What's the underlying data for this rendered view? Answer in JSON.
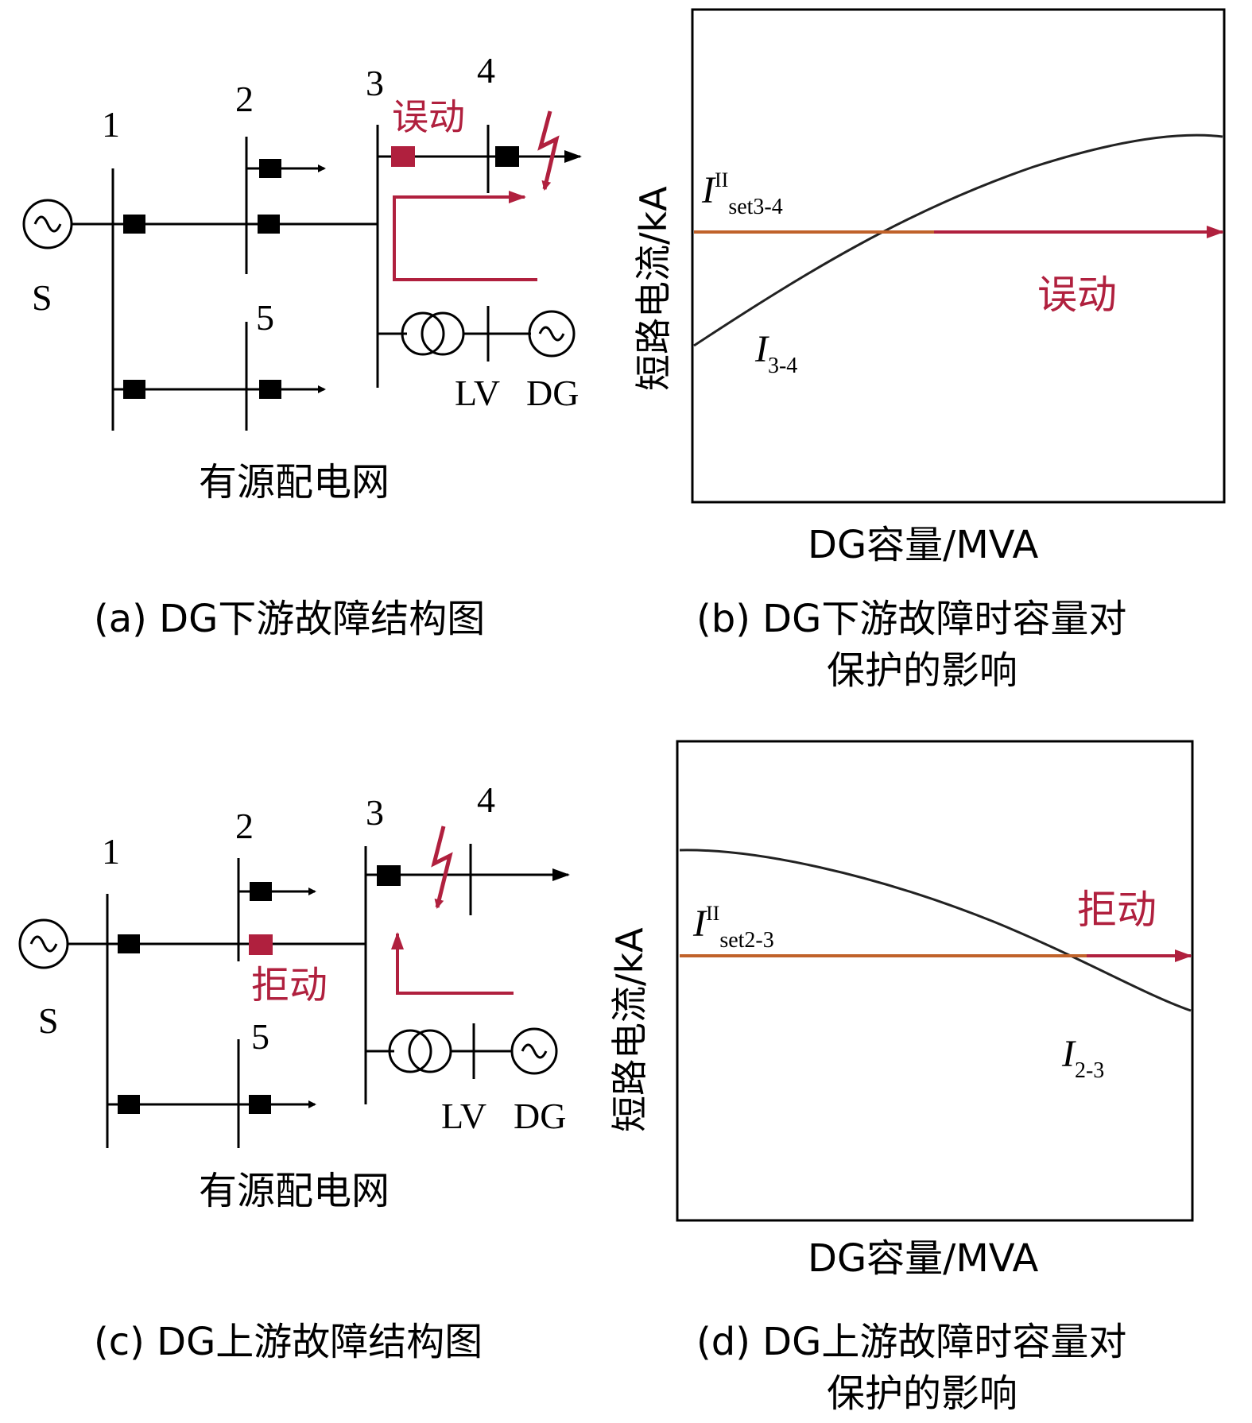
{
  "colors": {
    "line": "#000000",
    "accent_red": "#b0203e",
    "setting_orange": "#c0622a",
    "curve": "#222222"
  },
  "panel_a": {
    "bus_labels": [
      "1",
      "2",
      "3",
      "4",
      "5"
    ],
    "source_label": "S",
    "lv_label": "LV",
    "dg_label": "DG",
    "status_label": "误动",
    "network_label": "有源配电网",
    "caption": "(a) DG下游故障结构图"
  },
  "panel_b": {
    "y_axis_label": "短路电流/kA",
    "x_axis_label": "DG容量/MVA",
    "setting_symbol": "I",
    "setting_sup": "II",
    "setting_sub": "set3-4",
    "current_symbol": "I",
    "current_sub": "3-4",
    "status_label": "误动",
    "caption_line1": "(b) DG下游故障时容量对",
    "caption_line2": "保护的影响"
  },
  "panel_c": {
    "bus_labels": [
      "1",
      "2",
      "3",
      "4",
      "5"
    ],
    "source_label": "S",
    "lv_label": "LV",
    "dg_label": "DG",
    "status_label": "拒动",
    "network_label": "有源配电网",
    "caption": "(c) DG上游故障结构图"
  },
  "panel_d": {
    "y_axis_label": "短路电流/kA",
    "x_axis_label": "DG容量/MVA",
    "setting_symbol": "I",
    "setting_sup": "II",
    "setting_sub": "set2-3",
    "current_symbol": "I",
    "current_sub": "2-3",
    "status_label": "拒动",
    "caption_line1": "(d) DG上游故障时容量对",
    "caption_line2": "保护的影响"
  }
}
